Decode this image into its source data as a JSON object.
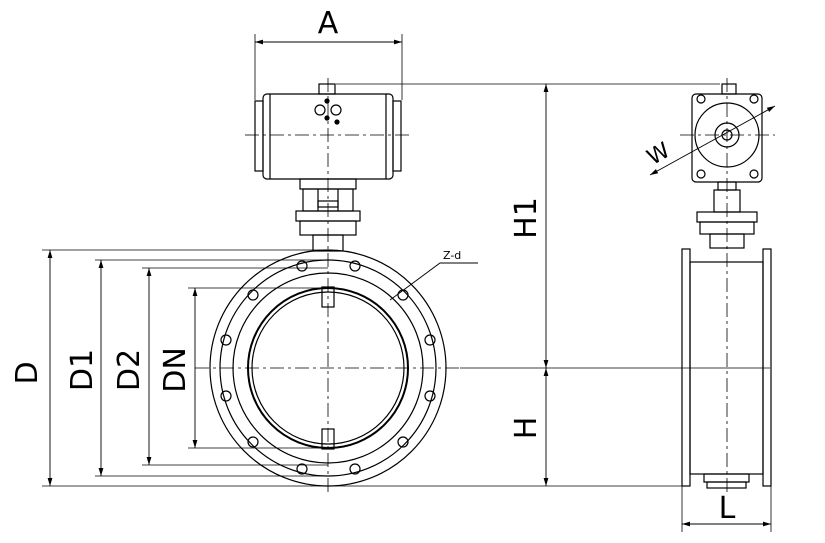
{
  "labels": {
    "A": "A",
    "H1": "H1",
    "H": "H",
    "D": "D",
    "D1": "D1",
    "D2": "D2",
    "DN": "DN",
    "L": "L",
    "W": "W",
    "Zd": "Z-d"
  }
}
